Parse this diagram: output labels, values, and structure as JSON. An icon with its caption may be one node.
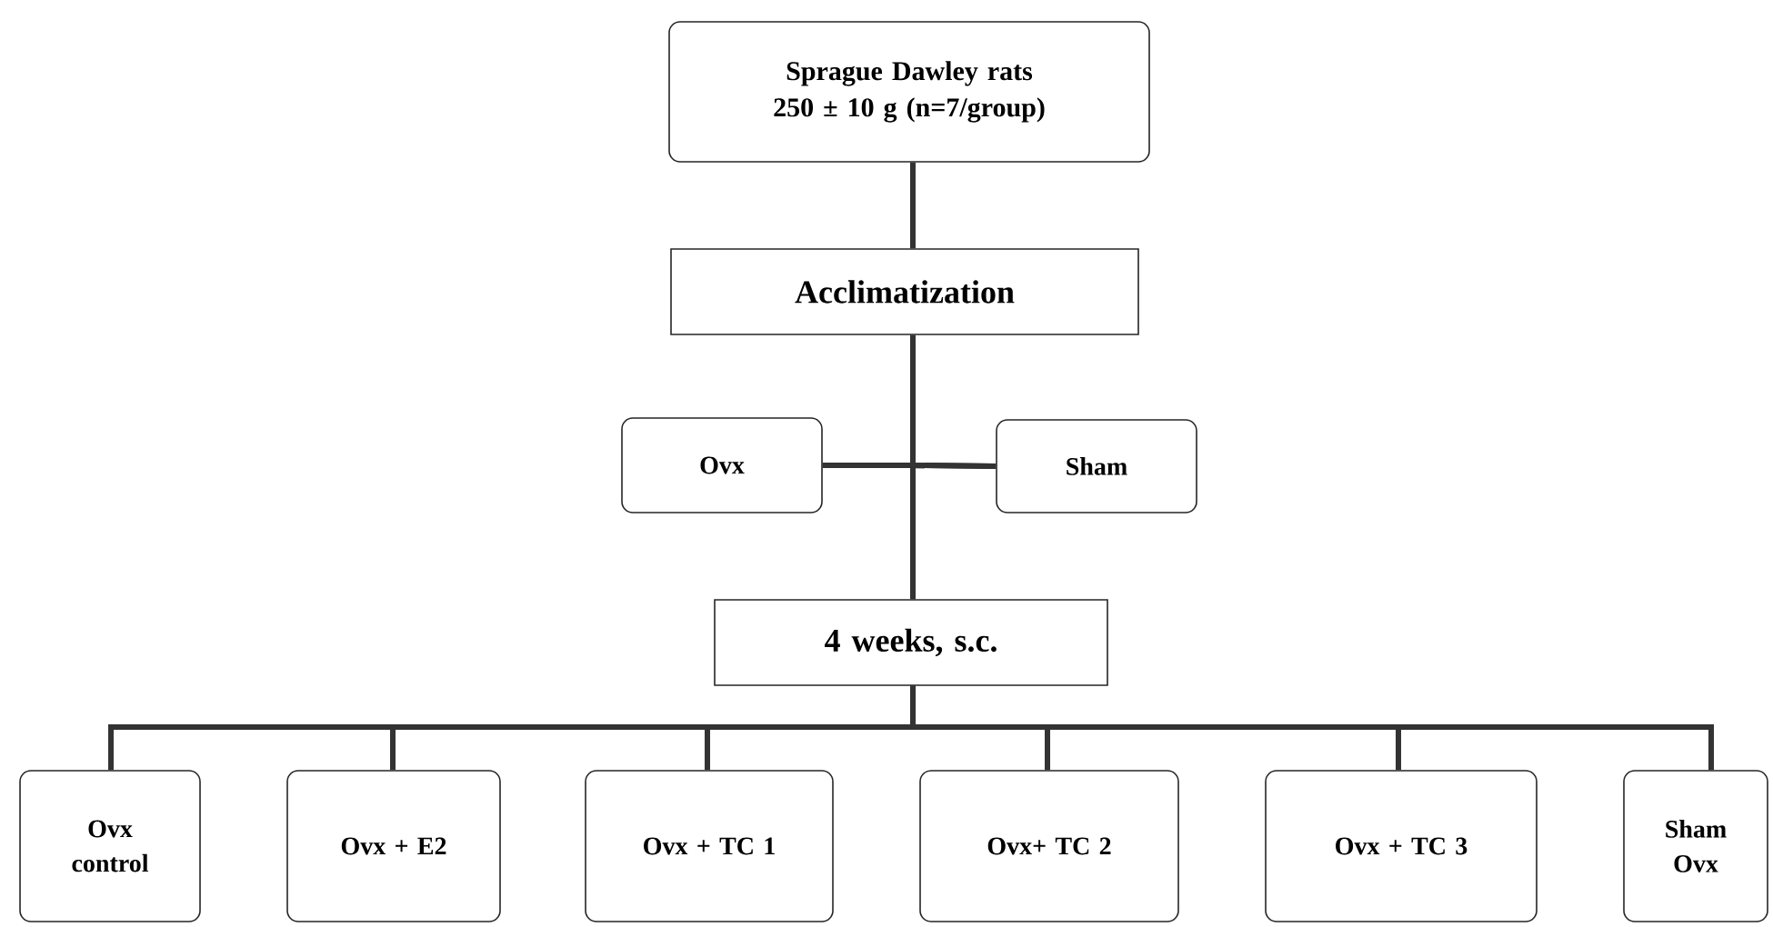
{
  "diagram": {
    "nodes": [
      {
        "text": [
          "Sprague Dawley rats 250 ± 10 g (n=7/group)"
        ]
      },
      {
        "text": [
          "Acclimatization"
        ]
      },
      {
        "text": [
          "Ovx"
        ]
      },
      {
        "text": [
          "Sham"
        ]
      },
      {
        "text": [
          "4 weeks, s.c."
        ]
      },
      {
        "text": [
          "Ovx control"
        ]
      },
      {
        "text": [
          "Ovx + E2"
        ]
      },
      {
        "text": [
          "Ovx + TC 1"
        ]
      },
      {
        "text": [
          "Ovx+ TC 2"
        ]
      },
      {
        "text": [
          "Ovx + TC 3"
        ]
      },
      {
        "text": [
          "Sham Ovx"
        ]
      }
    ],
    "edges": [
      {
        "from": 0,
        "to": 1,
        "arrow": "none"
      },
      {
        "from": 1,
        "to": 2,
        "arrow": "none"
      },
      {
        "from": 1,
        "to": 3,
        "arrow": "none"
      },
      {
        "from": 2,
        "to": 4,
        "arrow": "none"
      },
      {
        "from": 3,
        "to": 4,
        "arrow": "none"
      },
      {
        "from": 4,
        "to": 5,
        "arrow": "none"
      },
      {
        "from": 4,
        "to": 6,
        "arrow": "none"
      },
      {
        "from": 4,
        "to": 7,
        "arrow": "none"
      },
      {
        "from": 4,
        "to": 8,
        "arrow": "none"
      },
      {
        "from": 4,
        "to": 9,
        "arrow": "none"
      },
      {
        "from": 4,
        "to": 10,
        "arrow": "none"
      }
    ]
  }
}
